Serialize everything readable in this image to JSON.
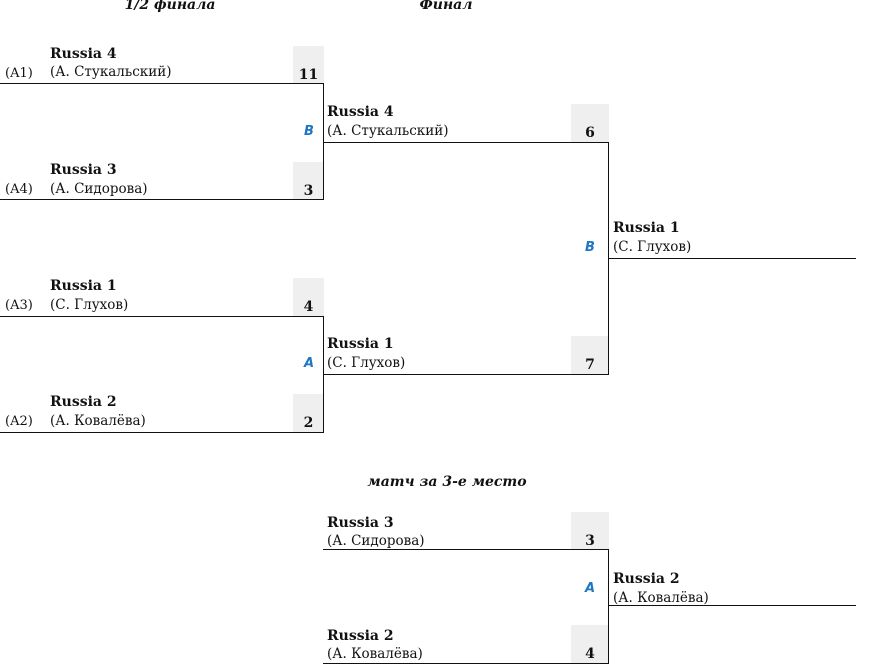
{
  "headers": {
    "semifinal": "1/2 финала",
    "final": "Финал",
    "third_place": "матч за 3-е место"
  },
  "colors": {
    "court_label": "#1f77c4",
    "score_bg": "#efefef",
    "line": "#111111"
  },
  "semifinals": [
    {
      "court": "B",
      "top": {
        "seed": "(A1)",
        "team": "Russia 4",
        "player": "(А. Стукальский)",
        "score": "11"
      },
      "bottom": {
        "seed": "(A4)",
        "team": "Russia 3",
        "player": "(А. Сидорова)",
        "score": "3"
      }
    },
    {
      "court": "A",
      "top": {
        "seed": "(A3)",
        "team": "Russia 1",
        "player": "(С. Глухов)",
        "score": "4"
      },
      "bottom": {
        "seed": "(A2)",
        "team": "Russia 2",
        "player": "(А. Ковалёва)",
        "score": "2"
      }
    }
  ],
  "final": {
    "court": "B",
    "top": {
      "team": "Russia 4",
      "player": "(А. Стукальский)",
      "score": "6"
    },
    "bottom": {
      "team": "Russia 1",
      "player": "(С. Глухов)",
      "score": "7"
    },
    "winner": {
      "team": "Russia 1",
      "player": "(С. Глухов)"
    }
  },
  "third_place": {
    "court": "A",
    "top": {
      "team": "Russia 3",
      "player": "(А. Сидорова)",
      "score": "3"
    },
    "bottom": {
      "team": "Russia 2",
      "player": "(А. Ковалёва)",
      "score": "4"
    },
    "winner": {
      "team": "Russia 2",
      "player": "(А. Ковалёва)"
    }
  }
}
